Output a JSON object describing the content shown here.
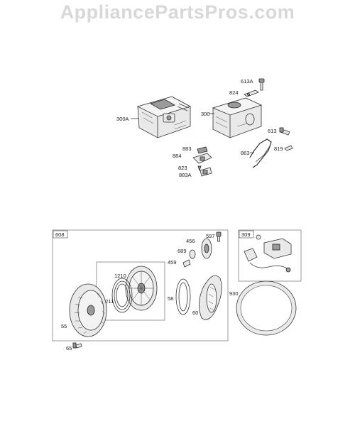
{
  "watermark": "AppliancePartsPros.com",
  "labels": {
    "p613A": "613A",
    "p824": "824",
    "p300A": "300A",
    "p300": "300",
    "p613": "613",
    "p883": "883",
    "p884": "884",
    "p863": "863",
    "p819": "819",
    "p823": "823",
    "p883A": "883A",
    "p608": "608",
    "p456": "456",
    "p597": "597",
    "p689": "689",
    "p459": "459",
    "p1210": "1210",
    "p1211": "1211",
    "p58": "58",
    "p60": "60",
    "p55": "55",
    "p65": "65",
    "p309": "309",
    "p930": "930"
  }
}
